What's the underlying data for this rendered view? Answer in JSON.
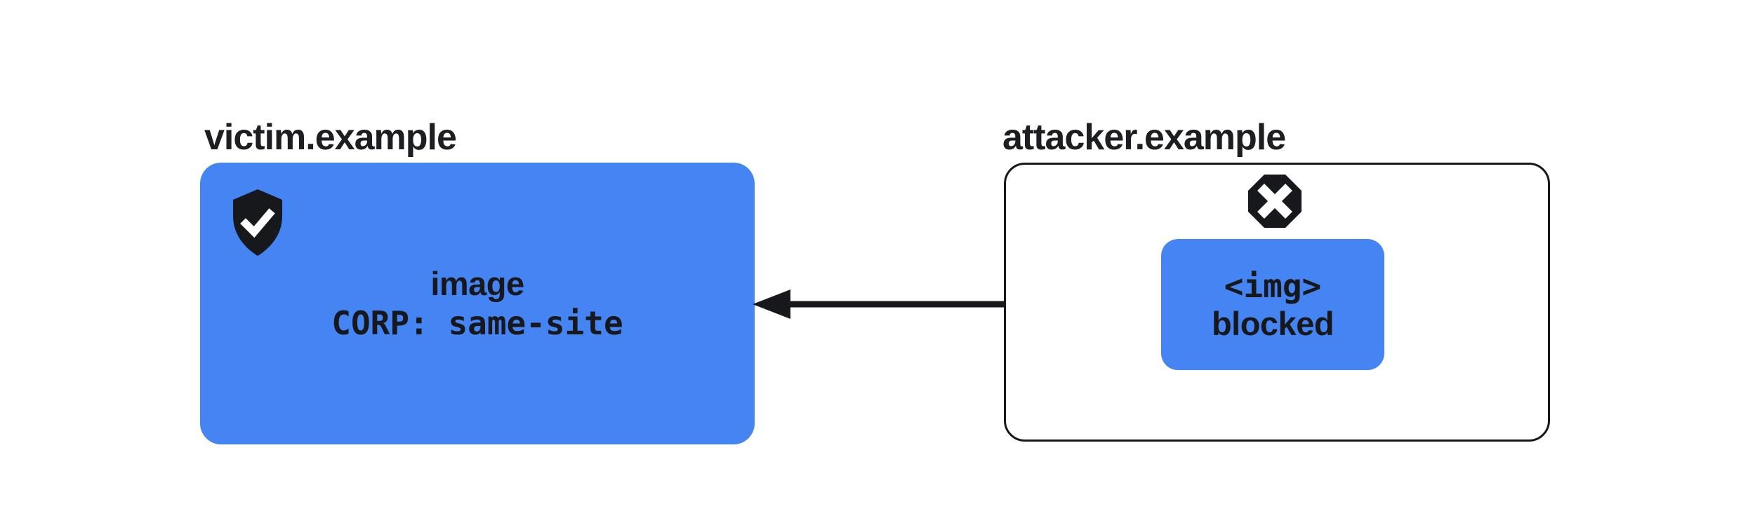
{
  "diagram": {
    "background": "#ffffff",
    "colors": {
      "site_blue": "#4484f3",
      "ink_black": "#17181c",
      "label_ink": "#1d1e22"
    },
    "victim": {
      "label": "victim.example",
      "resource_line": "image",
      "policy_line": "CORP: same-site",
      "icon": "shield-check-icon"
    },
    "attacker": {
      "label": "attacker.example",
      "request_line": "<img>",
      "status_line": "blocked",
      "icon": "octagon-x-icon"
    },
    "arrow": {
      "direction": "right-to-left"
    }
  }
}
